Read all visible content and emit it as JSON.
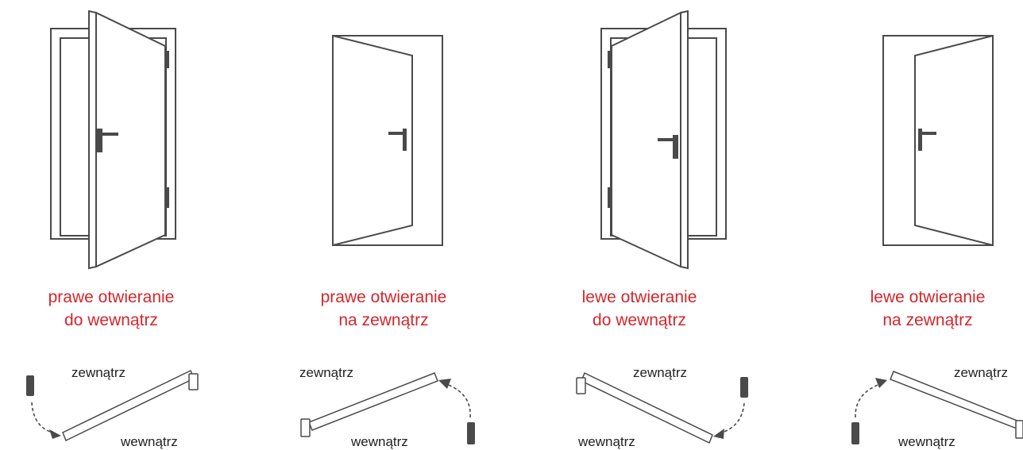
{
  "colors": {
    "caption": "#d6262b",
    "line": "#4a4a4a",
    "text": "#222222"
  },
  "panels": [
    {
      "caption_line1": "prawe otwieranie",
      "caption_line2": "do wewnątrz",
      "outside_label": "zewnątrz",
      "inside_label": "wewnątrz"
    },
    {
      "caption_line1": "prawe otwieranie",
      "caption_line2": "na zewnątrz",
      "outside_label": "zewnątrz",
      "inside_label": "wewnątrz"
    },
    {
      "caption_line1": "lewe otwieranie",
      "caption_line2": "do wewnątrz",
      "outside_label": "zewnątrz",
      "inside_label": "wewnątrz"
    },
    {
      "caption_line1": "lewe otwieranie",
      "caption_line2": "na zewnątrz",
      "outside_label": "zewnątrz",
      "inside_label": "wewnątrz"
    }
  ]
}
